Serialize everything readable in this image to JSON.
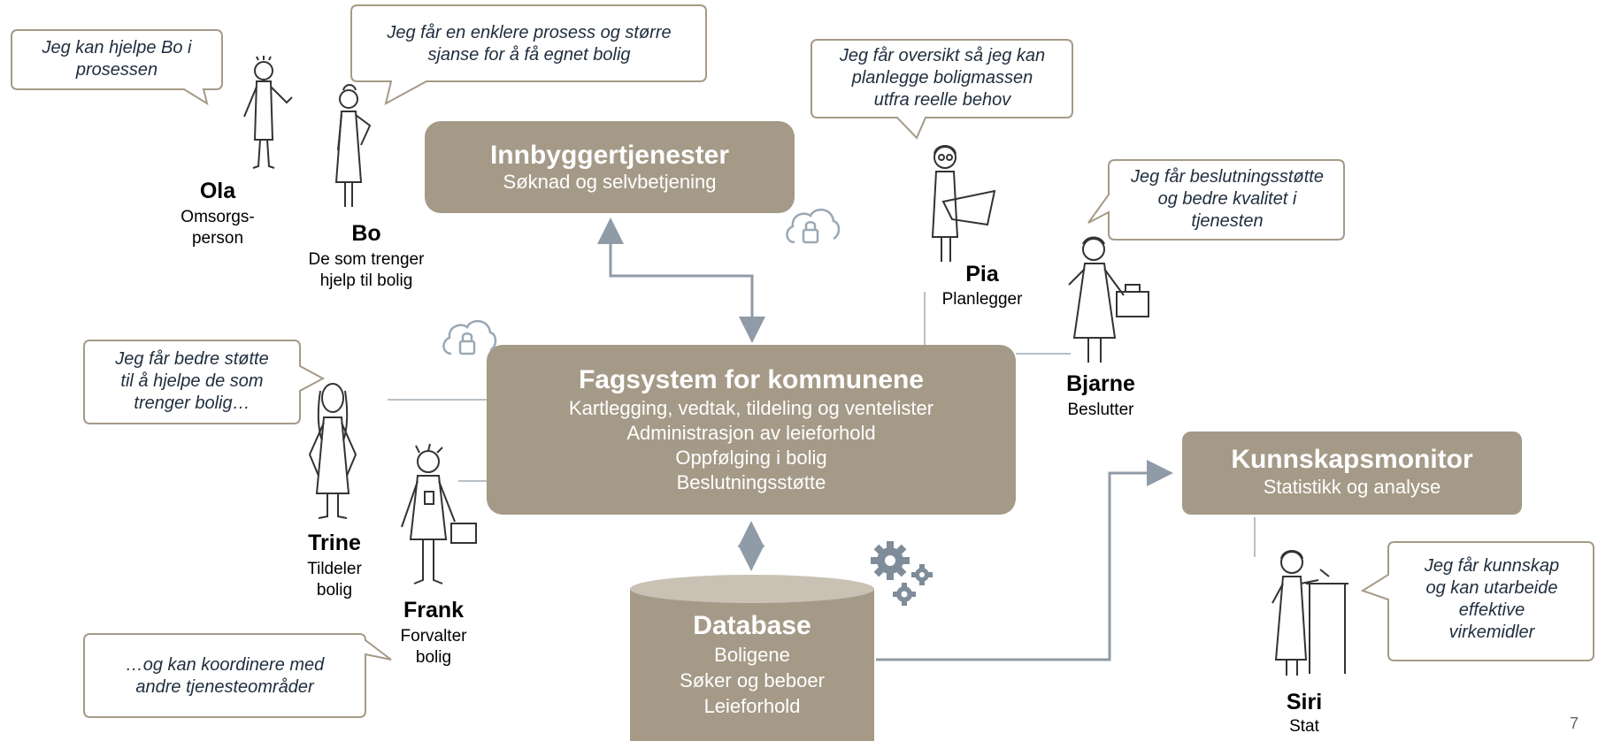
{
  "boxes": {
    "innbygger": {
      "title": "Innbyggertjenester",
      "lines": [
        "Søknad og selvbetjening"
      ]
    },
    "fagsystem": {
      "title": "Fagsystem for kommunene",
      "lines": [
        "Kartlegging, vedtak, tildeling og ventelister",
        "Administrasjon av leieforhold",
        "Oppfølging i bolig",
        "Beslutningsstøtte"
      ]
    },
    "database": {
      "title": "Database",
      "lines": [
        "Boligene",
        "Søker og beboer",
        "Leieforhold"
      ]
    },
    "kunnskap": {
      "title": "Kunnskapsmonitor",
      "lines": [
        "Statistikk og analyse"
      ]
    }
  },
  "bubbles": {
    "ola": [
      "Jeg kan hjelpe Bo i",
      "prosessen"
    ],
    "bo": [
      "Jeg får en enklere prosess og større",
      "sjanse for å få egnet bolig"
    ],
    "pia": [
      "Jeg får oversikt så jeg kan",
      "planlegge boligmassen",
      "utfra reelle behov"
    ],
    "bjarne": [
      "Jeg får beslutningsstøtte",
      "og bedre kvalitet i",
      "tjenesten"
    ],
    "trine": [
      "Jeg får bedre støtte",
      "til å hjelpe de som",
      "trenger bolig…"
    ],
    "frank": [
      "…og kan koordinere med",
      "andre tjenesteområder"
    ],
    "siri": [
      "Jeg får kunnskap",
      "og kan utarbeide",
      "effektive",
      "virkemidler"
    ]
  },
  "people": {
    "ola": {
      "name": "Ola",
      "role": [
        "Omsorgs-",
        "person"
      ]
    },
    "bo": {
      "name": "Bo",
      "role": [
        "De som trenger",
        "hjelp til bolig"
      ]
    },
    "pia": {
      "name": "Pia",
      "role": [
        "Planlegger"
      ]
    },
    "bjarne": {
      "name": "Bjarne",
      "role": [
        "Beslutter"
      ]
    },
    "trine": {
      "name": "Trine",
      "role": [
        "Tildeler",
        "bolig"
      ]
    },
    "frank": {
      "name": "Frank",
      "role": [
        "Forvalter",
        "bolig"
      ]
    },
    "siri": {
      "name": "Siri",
      "role": [
        "Stat"
      ]
    }
  },
  "icons": [
    "cloud-lock-icon",
    "cloud-lock-icon",
    "gears-icon"
  ],
  "page_number": "7",
  "colors": {
    "box": "#a59a87",
    "bubble_border": "#a59a87",
    "connector": "#8f9ba6",
    "icon": "#9aa8b4",
    "gear": "#7f8c99"
  }
}
